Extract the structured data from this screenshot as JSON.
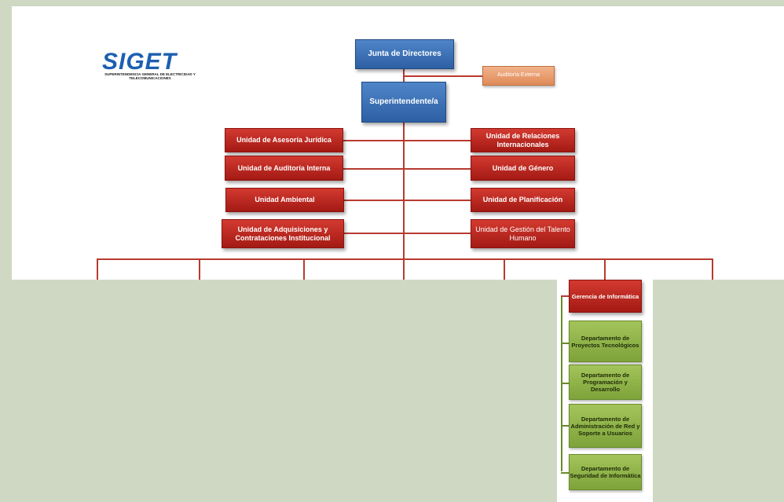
{
  "logo": {
    "name": "SIGET",
    "subtitle": "SUPERINTENDENCIA GENERAL DE ELECTRICIDAD Y TELECOMUNICACIONES"
  },
  "top": {
    "board": "Junta de Directores",
    "audit": "Auditoría Externa",
    "superintendent": "Superintendente/a"
  },
  "left_units": [
    "Unidad de Asesoría Jurídica",
    "Unidad de Auditoría Interna",
    "Unidad Ambiental",
    "Unidad de Adquisiciones y Contrataciones Institucional"
  ],
  "right_units": [
    "Unidad de Relaciones Internacionales",
    "Unidad de Género",
    "Unidad de Planificación",
    "Unidad de Gestión del Talento Humano"
  ],
  "management": "Gerencia de Informática",
  "departments": [
    "Departamento de Proyectos Tecnológicos",
    "Departamento de Programación y Desarrollo",
    "Departamento de Administración de Red y Soporte a Usuarios",
    "Departamento de Seguridad de Informática"
  ],
  "colors": {
    "background": "#cfd8c3",
    "blue": "#2d5fa3",
    "red": "#b01e18",
    "orange": "#e8996a",
    "green": "#8fb44a"
  }
}
